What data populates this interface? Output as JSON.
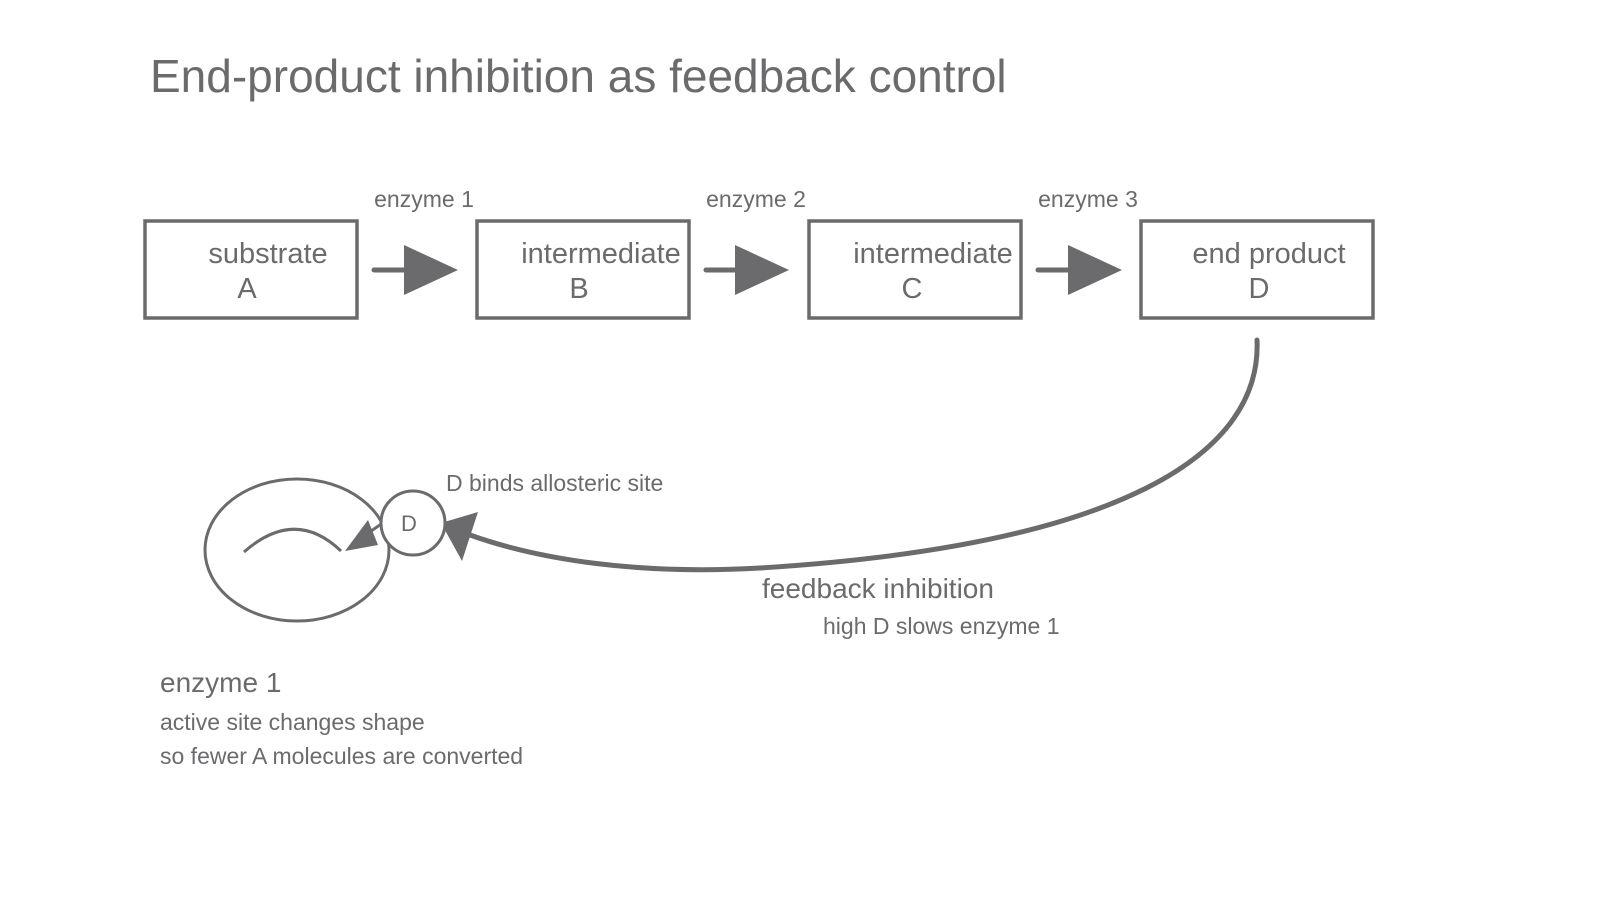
{
  "title": "End-product inhibition as feedback control",
  "pathway": {
    "boxes": [
      {
        "line1": "substrate",
        "line2": "A"
      },
      {
        "line1": "intermediate",
        "line2": "B"
      },
      {
        "line1": "intermediate",
        "line2": "C"
      },
      {
        "line1": "end product",
        "line2": "D"
      }
    ],
    "enzymes": [
      "enzyme 1",
      "enzyme 2",
      "enzyme 3"
    ]
  },
  "feedback": {
    "label": "feedback inhibition",
    "sublabel": "high D slows enzyme 1"
  },
  "allosteric": {
    "label": "D binds allosteric site",
    "molecule": "D"
  },
  "enzyme_note": {
    "name": "enzyme 1",
    "line1": "active site changes shape",
    "line2": "so fewer A molecules are converted"
  },
  "colors": {
    "ink": "#6b6b6e",
    "background": "#ffffff"
  }
}
